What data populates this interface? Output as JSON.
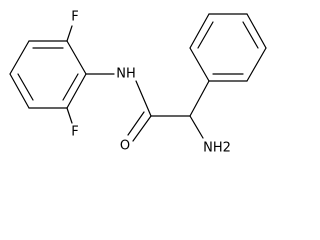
{
  "molecule": {
    "atoms": {
      "fluorine_top": "F",
      "fluorine_bottom": "F",
      "amide_nh": "NH",
      "carbonyl_o": "O",
      "amine": "NH2"
    }
  }
}
